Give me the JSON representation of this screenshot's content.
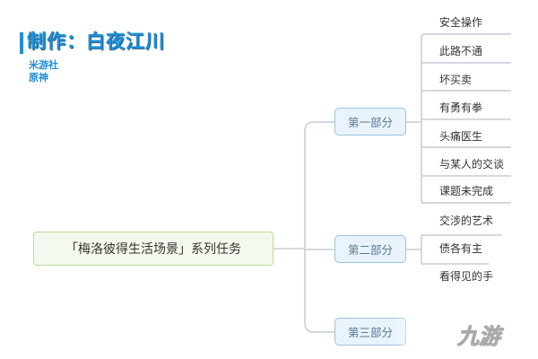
{
  "header": {
    "title": "制作：白夜江川",
    "lines": [
      "米游社",
      "原神"
    ]
  },
  "root": {
    "label": "「梅洛彼得生活场景」系列任务"
  },
  "parts": [
    {
      "label": "第一部分",
      "leaves": [
        "安全操作",
        "此路不通",
        "坏买卖",
        "有勇有拳",
        "头痛医生",
        "与某人的交谈",
        "课题未完成"
      ]
    },
    {
      "label": "第二部分",
      "leaves": [
        "交涉的艺术",
        "债各有主",
        "看得见的手"
      ]
    },
    {
      "label": "第三部分",
      "leaves": []
    }
  ],
  "watermark": {
    "text": "九游"
  },
  "colors": {
    "accent": "#1f8fd6",
    "root_border": "#b9dc9a",
    "part_border": "#9fc3dd",
    "line": "#c9ccd6"
  }
}
